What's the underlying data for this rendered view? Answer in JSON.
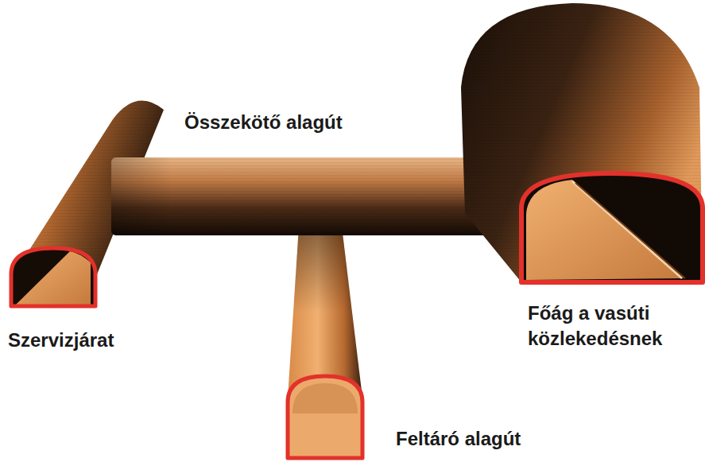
{
  "diagram": {
    "labels": [
      "Összekötő alagút",
      "Szervizjárat",
      "Főág a vasúti közlekedésnek",
      "Feltáró alagút"
    ]
  }
}
